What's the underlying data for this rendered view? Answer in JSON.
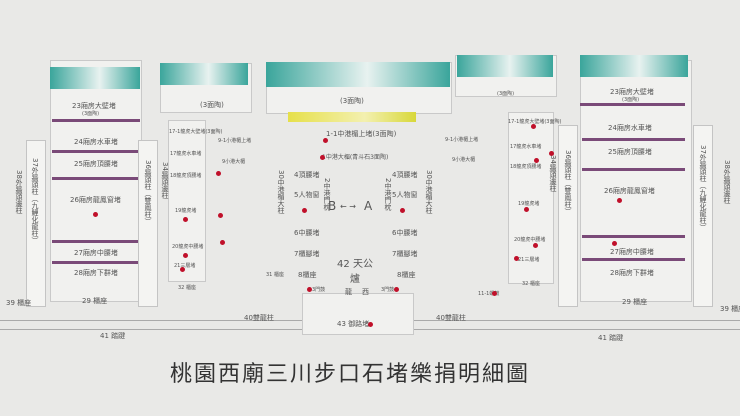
{
  "title": "桃園西廟三川步口石堵樂捐明細圖",
  "left_wing": {
    "w23": "23廂房大壁堵",
    "w23s": "(3面陶)",
    "w24": "24廂房水車堵",
    "w25": "25廂房頂腰堵",
    "w26": "26廂房龍鳳窗堵",
    "w27": "27廂房中腰堵",
    "w28": "28廂房下群堵",
    "w29": "29 櫃座",
    "c37": "37外牆頭柱（九鯉化龍柱）",
    "c38": "38外牆頭邊柱",
    "c36": "36牆頭柱（雙鳳柱）",
    "c34": "34牆頭邊柱",
    "b39": "39 櫃座",
    "s41": "41 踏踺",
    "top": "(3面陶)",
    "t17_1": "17-1龍虎大壁堵(3面陶)",
    "t17": "17龍虎水車堵",
    "t18": "18龍虎頂腰堵",
    "t19": "19龍虎堵",
    "t20": "20龍虎中腰堵",
    "t21": "21三層堵",
    "t32": "32 櫃座",
    "t9_1": "9-1小港楣上堵",
    "t9": "9小港大楣",
    "c40": "40雙龍柱"
  },
  "center": {
    "top": "(3面陶)",
    "t1_1": "1-1中港楣上堵(3面陶)",
    "t1": "1中港大楣(青斗石3面陶)",
    "t4": "4頂腰堵",
    "t5": "5人物窗",
    "t6": "6中腰堵",
    "t7": "7櫃腳堵",
    "t8": "8櫃座",
    "t2": "2中港門枕",
    "c30": "30中港楣大柱",
    "b": "B",
    "a": "A",
    "arrow": "←  →",
    "t42": "42 天公爐",
    "t3": "3門鼓",
    "dragon": "龍",
    "west": "西",
    "t43": "43 御路堵",
    "c40": "40雙龍柱",
    "t31": "31 櫃座"
  },
  "right_wing": {
    "w23": "23廂房大壁堵",
    "w23s": "(3面陶)",
    "w24": "24廂房水車堵",
    "w25": "25廂房頂腰堵",
    "w26": "26廂房龍鳳窗堵",
    "w27": "27廂房中腰堵",
    "w28": "28廂房下群堵",
    "w29": "29 櫃座",
    "c37": "37外牆頭柱（九鯉化龍柱）",
    "c38": "38外牆頭邊柱",
    "c36": "36牆頭柱（雙鳳柱）",
    "c34": "34牆頭邊柱",
    "b39": "39 櫃座",
    "s41": "41 踏踺",
    "top": "(3面陶)",
    "t17_1": "17-1龍虎大壁堵(3面陶)",
    "t17": "17龍虎水車堵",
    "t18": "18龍虎頂腰堵",
    "t19": "19龍虎堵",
    "t20": "20龍虎中腰堵",
    "t21": "21三層堵",
    "t32": "32 櫃座",
    "t9_1": "9-1小港楣上堵",
    "t9": "9小港大楣",
    "t11": "11-1螺鼓"
  },
  "colors": {
    "banner": "#3aa59b",
    "bar": "#7a4a78",
    "dot": "#c0102a",
    "yellow": "#e6e04a"
  }
}
